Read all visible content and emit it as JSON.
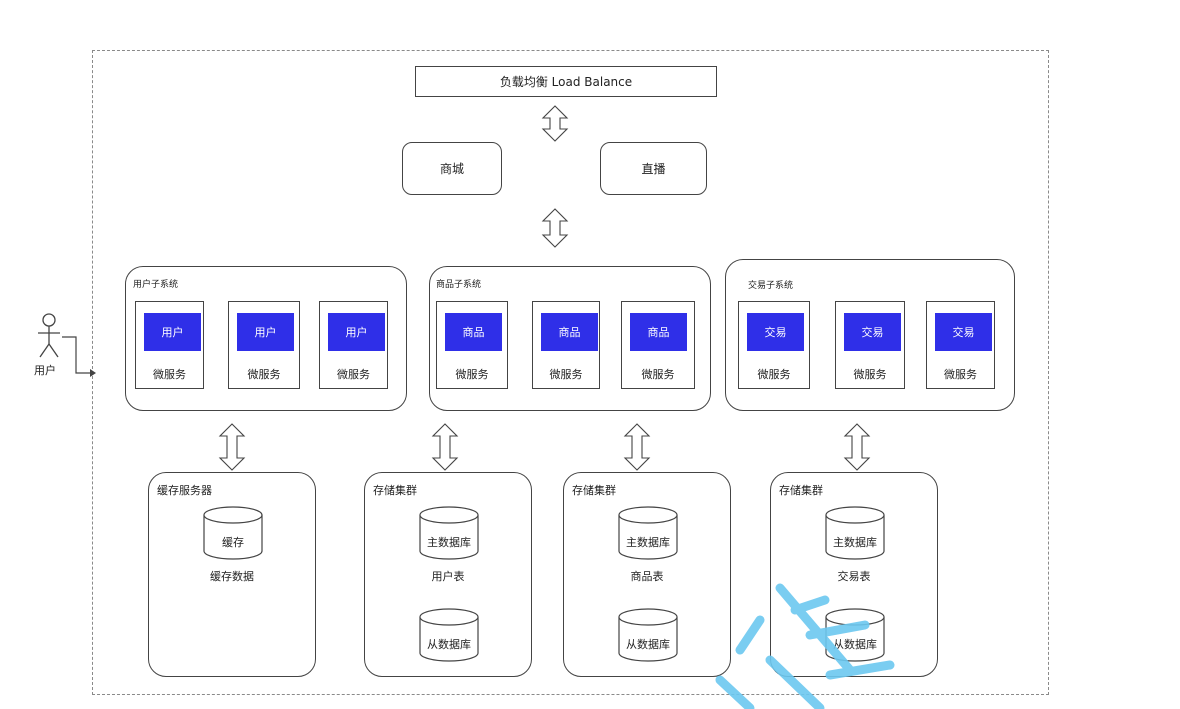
{
  "load_balancer": "负载均衡 Load Balance",
  "gateways": [
    "商城",
    "直播"
  ],
  "actor": "用户",
  "subsystems": [
    {
      "title": "用户子系统",
      "service_name": "用户",
      "service_label": "微服务"
    },
    {
      "title": "商品子系统",
      "service_name": "商品",
      "service_label": "微服务"
    },
    {
      "title": "交易子系统",
      "service_name": "交易",
      "service_label": "微服务"
    }
  ],
  "stores": [
    {
      "title": "缓存服务器",
      "top_db": "缓存",
      "caption": "缓存数据",
      "bottom_db": ""
    },
    {
      "title": "存储集群",
      "top_db": "主数据库",
      "caption": "用户表",
      "bottom_db": "从数据库"
    },
    {
      "title": "存储集群",
      "top_db": "主数据库",
      "caption": "商品表",
      "bottom_db": "从数据库"
    },
    {
      "title": "存储集群",
      "top_db": "主数据库",
      "caption": "交易表",
      "bottom_db": "从数据库"
    }
  ],
  "colors": {
    "service_chip": "#2f2fe8",
    "watermark": "#6cc8f0"
  }
}
